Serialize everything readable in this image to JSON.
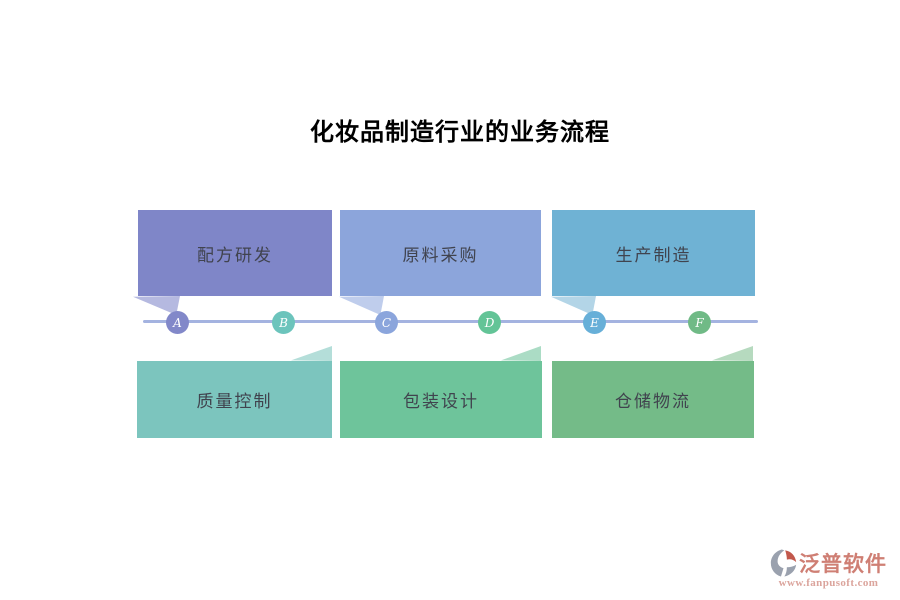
{
  "title": "化妆品制造行业的业务流程",
  "diagram": {
    "timeline_color": "#a4b3e0",
    "top_steps": [
      {
        "label": "配方研发",
        "marker": "A",
        "box_color": "#7f86c8",
        "tail_color": "#b5b9e0",
        "marker_color": "#8288c9"
      },
      {
        "label": "原料采购",
        "marker": "C",
        "box_color": "#8ca5db",
        "tail_color": "#bfcdec",
        "marker_color": "#8ba5dc"
      },
      {
        "label": "生产制造",
        "marker": "E",
        "box_color": "#6fb2d4",
        "tail_color": "#b3d5e7",
        "marker_color": "#67afd8"
      }
    ],
    "bottom_steps": [
      {
        "label": "质量控制",
        "marker": "B",
        "box_color": "#7cc5be",
        "tail_color": "#b4ded9",
        "marker_color": "#6cc4bc"
      },
      {
        "label": "包装设计",
        "marker": "D",
        "box_color": "#6ec49b",
        "tail_color": "#abdcc5",
        "marker_color": "#63c497"
      },
      {
        "label": "仓储物流",
        "marker": "F",
        "box_color": "#74bb88",
        "tail_color": "#b6dabf",
        "marker_color": "#70ba86"
      }
    ]
  },
  "watermark": {
    "brand": "泛普软件",
    "url": "www.fanpusoft.com",
    "brand_color": "#cf7f74",
    "url_color": "#dba49c"
  }
}
